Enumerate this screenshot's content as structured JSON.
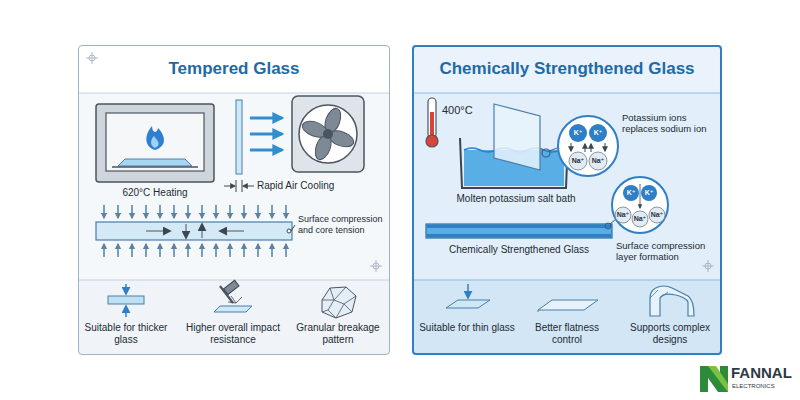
{
  "diagram": {
    "nodes": [
      {
        "text": [
          "Tempered Glass"
        ]
      },
      {
        "text": [
          "Chemically Strengthened Glass"
        ]
      }
    ],
    "labels": [
      "620°C Heating",
      "Rapid Air Cooling",
      "Surface compression and core tension",
      "Suitable for thicker glass",
      "Higher overall impact resistance",
      "Granular breakage pattern",
      "400°C",
      "K⁺",
      "K⁺",
      "Na⁺",
      "Na⁺",
      "Potassium ions replaces sodium ion",
      "Molten potassium salt bath",
      "Chemically Strengthened Glass",
      "K⁺",
      "K⁺",
      "Na⁺",
      "Na⁺",
      "Na⁺",
      "Surface compression layer formation",
      "Suitable for thin glass",
      "Better flatness control",
      "Supports complex designs",
      "FANNAL",
      "ELECTRONICS"
    ]
  }
}
